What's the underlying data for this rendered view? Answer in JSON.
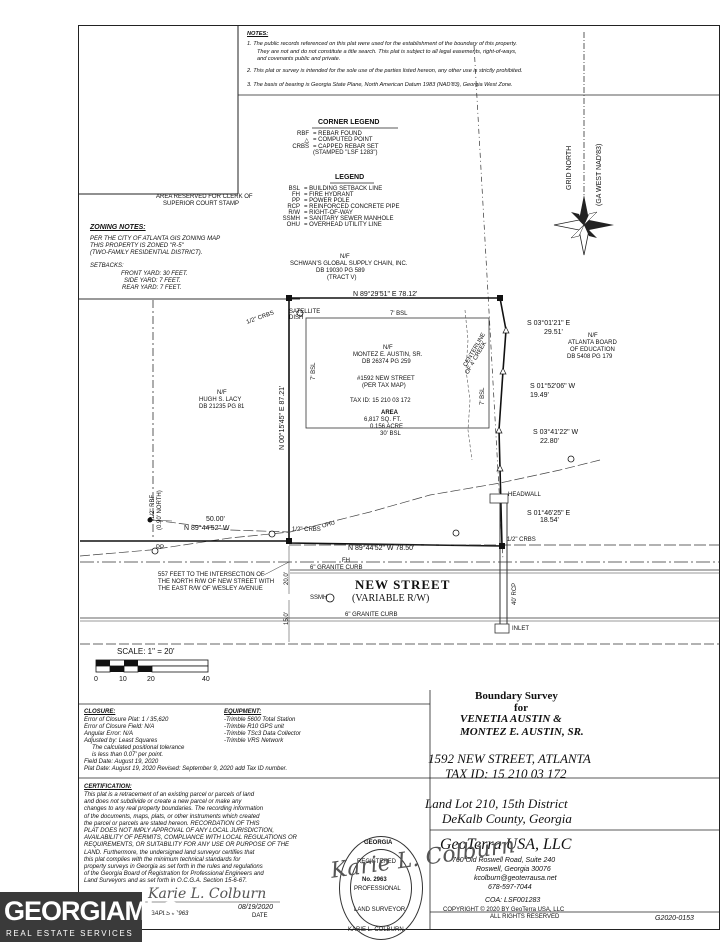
{
  "notes": {
    "heading": "NOTES:",
    "n1a": "1. The public records referenced on this plat were used for the establishment of the boundary of this property.",
    "n1b": "They are not and do not constitute a title search. This plat is subject to all legal easements, right-of-ways,",
    "n1c": "and covenants public and private.",
    "n2": "2. This plat or survey is intended for the sole use of the parties listed hereon, any other use is strictly prohibited.",
    "n3": "3. The basis of bearing is Georgia State Plane, North American Datum 1983 (NAD'83), Georgia West Zone."
  },
  "corner_legend": {
    "title": "CORNER LEGEND",
    "rows": [
      {
        "k": "RBF",
        "d": "= REBAR FOUND"
      },
      {
        "k": "△",
        "d": "= COMPUTED POINT"
      },
      {
        "k": "CRBS",
        "d": "= CAPPED REBAR SET"
      },
      {
        "k": "",
        "d": "(STAMPED \"LSF 1283\")"
      }
    ]
  },
  "legend": {
    "title": "LEGEND",
    "rows": [
      {
        "k": "BSL",
        "d": "= BUILDING SETBACK LINE"
      },
      {
        "k": "FH",
        "d": "= FIRE HYDRANT"
      },
      {
        "k": "PP",
        "d": "= POWER POLE"
      },
      {
        "k": "RCP",
        "d": "= REINFORCED CONCRETE PIPE"
      },
      {
        "k": "R/W",
        "d": "= RIGHT-OF-WAY"
      },
      {
        "k": "SSMH",
        "d": "= SANITARY SEWER MANHOLE"
      },
      {
        "k": "OHU",
        "d": "= OVERHEAD UTILITY LINE"
      }
    ]
  },
  "clerk": {
    "l1": "AREA RESERVED FOR CLERK OF",
    "l2": "SUPERIOR COURT STAMP"
  },
  "north": {
    "l1": "GRID NORTH",
    "l2": "(GA WEST NAD'83)"
  },
  "zoning": {
    "title": "ZONING NOTES:",
    "l1": "PER THE CITY OF ATLANTA GIS ZONING MAP",
    "l2": "THIS PROPERTY IS ZONED \"R-5\"",
    "l3": "(TWO-FAMILY RESIDENTIAL DISTRICT).",
    "setbacks": "SETBACKS:",
    "front": "FRONT YARD: 30 FEET.",
    "side": "SIDE YARD: 7 FEET.",
    "rear": "REAR YARD: 7 FEET."
  },
  "plat": {
    "schwans_1": "N/F",
    "schwans_2": "SCHWAN'S GLOBAL SUPPLY CHAIN, INC.",
    "schwans_3": "DB 19030 PG 589",
    "schwans_4": "(TRACT V)",
    "top_bearing": "N 89°29'51\" E  78.12'",
    "crbs_a": "1/2\" CRBS",
    "crbs_b": "1/2\" CRBS",
    "crbs_c": "1/2\" CRBS",
    "rbf_1": "1/2\" RBF",
    "rbf_2": "(0.90' NORTH)",
    "satellite_1": "SATELLITE",
    "satellite_2": "DISH",
    "bsl_top": "7' BSL",
    "bsl_left": "7' BSL",
    "bsl_right": "7' BSL",
    "bsl_bottom": "30' BSL",
    "owner_1": "N/F",
    "owner_2": "MONTEZ E. AUSTIN, SR.",
    "owner_3": "DB 26374 PG 259",
    "addr_1": "#1592 NEW STREET",
    "addr_2": "(PER TAX MAP)",
    "taxid": "TAX ID: 15 210 03 172",
    "area_1": "AREA",
    "area_2": "6,817 SQ. FT.",
    "area_3": "0.156 ACRE",
    "creek_1": "CENTERLINE",
    "creek_2": "OF 4' CREEK",
    "west_bearing": "N 00°15'45\" E  87.21'",
    "lacy_1": "N/F",
    "lacy_2": "HUGH S. LACY",
    "lacy_3": "DB 21235 PG 81",
    "school_1": "N/F",
    "school_2": "ATLANTA BOARD",
    "school_3": "OF EDUCATION",
    "school_4": "DB 5408 PG 179",
    "e1": "S 03°01'21\" E",
    "e1d": "29.51'",
    "e2": "S 01°52'06\" W",
    "e2d": "19.49'",
    "e3": "S 03°41'22\" W",
    "e3d": "22.80'",
    "e4": "S 01°46'25\" E",
    "e4d": "18.54'",
    "headwall": "HEADWALL",
    "d50": "50.00'",
    "n89a": "N 89°44'52\" W",
    "bottom_bearing": "N 89°44'52\" W  78.50'",
    "ohu": "OHU",
    "pp": "PP",
    "fh": "FH",
    "intersect_1": "557 FEET TO THE INTERSECTION OF",
    "intersect_2": "THE NORTH R/W OF NEW STREET WITH",
    "intersect_3": "THE EAST R/W OF WESLEY AVENUE",
    "curb_1": "6\" GRANITE CURB",
    "curb_2": "6\" GRANITE CURB",
    "street_1": "NEW STREET",
    "street_2": "(VARIABLE R/W)",
    "ssmh": "SSMH",
    "inlet": "INLET",
    "rw20": "20.0'",
    "rw15": "15.0'",
    "rcp": "40' RCP"
  },
  "scale": {
    "label": "SCALE: 1\" = 20'",
    "t0": "0",
    "t10": "10",
    "t20": "20",
    "t40": "40"
  },
  "closure": {
    "title": "CLOSURE:",
    "l1": "Error of Closure Plat: 1 / 35,620",
    "l2": "Error of Closure Field: N/A",
    "l3": "Angular Error: N/A",
    "l4": "Adjusted by: Least Squares",
    "l5": "The calculated positional tolerance",
    "l6": "is less than 0.07' per point.",
    "l7": "Field Date: August 19, 2020",
    "l8": "Plat Date: August 19, 2020 Revised: September 9, 2020 add Tax ID number."
  },
  "equipment": {
    "title": "EQUIPMENT:",
    "l1": "-Trimble 5600 Total Station",
    "l2": "-Trimble R10 GPS unit",
    "l3": "-Trimble TSc3 Data Collector",
    "l4": "-Trimble VRS Network"
  },
  "cert": {
    "title": "CERTIFICATION:",
    "lines": [
      "This plat is a retracement of an existing parcel or parcels of land",
      "and does not subdivide or create a new parcel or make any",
      "changes to any real property boundaries.  The recording information",
      "of the documents, maps, plats, or other instruments which created",
      "the parcel or parcels are stated hereon.  RECORDATION OF THIS",
      "PLAT DOES NOT IMPLY APPROVAL OF ANY LOCAL JURISDICTION,",
      "AVAILABILITY OF PERMITS, COMPLIANCE WITH LOCAL REGULATIONS OR",
      "REQUIREMENTS, OR SUITABILITY FOR ANY USE OR PURPOSE OF THE",
      "LAND.  Furthermore, the undersigned land surveyor certifies that",
      "this plat complies with the minimum technical standards for",
      "property surveys in Georgia as set forth in the rules and regulations",
      "of the Georgia Board of Registration for Professional Engineers and",
      "Land Surveyors and as set forth in O.C.G.A. Section 15-6-67."
    ],
    "signer": "GAPLS #2963",
    "date_val": "08/19/2020",
    "date_label": "DATE"
  },
  "title": {
    "l1": "Boundary Survey",
    "l2": "for",
    "l3": "VENETIA AUSTIN &",
    "l4": "MONTEZ E. AUSTIN, SR.",
    "l5": "1592 NEW STREET, ATLANTA",
    "l6": "TAX ID: 15 210 03 172",
    "l7": "Land Lot 210, 15th District",
    "l8": "DeKalb County, Georgia"
  },
  "company": {
    "name": "GeoTerra USA, LLC",
    "a1": "760 Old Roswell Road, Suite 240",
    "a2": "Roswell, Georgia 30076",
    "a3": "kcolburn@geoterrausa.net",
    "a4": "678-597-7044",
    "coa": "COA: LSF001283",
    "copy1": "COPYRIGHT © 2020 BY GeoTerra USA, LLC",
    "copy2": "ALL RIGHTS RESERVED",
    "job": "G2020-0153"
  },
  "seal": {
    "top": "GEORGIA",
    "reg": "REGISTERED",
    "no": "No. 2963",
    "prof": "PROFESSIONAL",
    "ls": "LAND SURVEYOR",
    "name": "KARIE L. COLBURN"
  },
  "watermark": {
    "brand": "GEORGIAMLS",
    "sub": "REAL ESTATE SERVICES"
  }
}
